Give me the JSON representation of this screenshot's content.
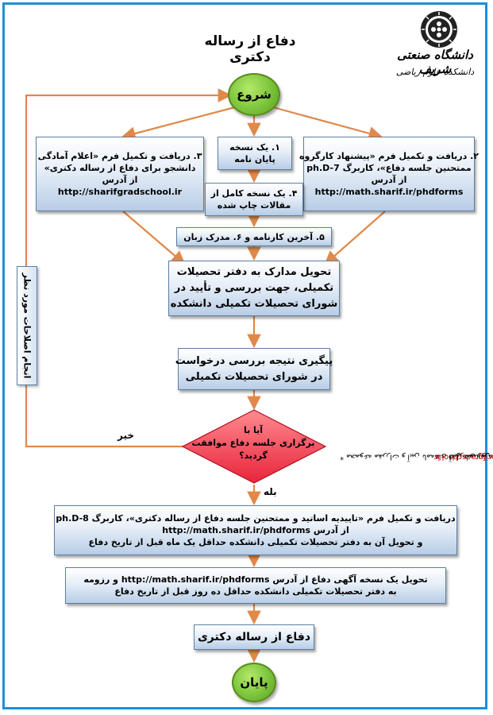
{
  "header": {
    "title": "دفاع از رساله دکتری",
    "university_name": "دانشگاه صنعتی شریف",
    "faculty_name": "دانشکده علوم ریاضی"
  },
  "start": "شروع",
  "end": "پایان",
  "steps": {
    "step1": [
      "۱. یک نسخه",
      "پایان نامه"
    ],
    "step2": [
      "۲. دریافت و تکمیل فرم «پیشنهاد کارگروه",
      "ممتحنین جلسه دفاع»، کاربرگ ph.D-7",
      "از آدرس",
      "http://math.sharif.ir/phdforms"
    ],
    "step3": [
      "۳. دریافت و تکمیل فرم «اعلام آمادگی",
      "دانشجو برای دفاع از رساله دکتری»",
      "از آدرس",
      "http://sharifgradschool.ir"
    ],
    "step4": [
      "۴. یک نسخه کامل از",
      "مقالات چاپ شده"
    ],
    "step5": "۵. آخرین کارنامه و ۶. مدرک زبان",
    "deliver": [
      "تحویل مدارک به دفتر تحصیلات",
      "تکمیلی، جهت بررسی و تأیید در",
      "شورای تحصیلات تکمیلی دانشکده"
    ],
    "follow": [
      "پیگیری نتیجه بررسی درخواست",
      "در شورای تحصیلات تکمیلی"
    ],
    "decision": [
      "آیا با",
      "برگزاری جلسه دفاع موافقت گردید؟"
    ],
    "approval_form": [
      "دریافت و تکمیل فرم «تاییدیه اساتید و ممتحنین جلسه دفاع از رساله دکتری»، کاربرگ ph.D-8",
      "از آدرس http://math.sharif.ir/phdforms",
      "و تحویل آن به دفتر تحصیلات تکمیلی دانشکده حداقل یک ماه قبل از تاریخ دفاع"
    ],
    "announce": [
      "تحویل یک نسخه آگهی دفاع از آدرس http://math.sharif.ir/phdforms و رزومه",
      "به دفتر تحصیلات تکمیلی دانشکده حداقل ده روز قبل از تاریخ دفاع"
    ],
    "defense": "دفاع از رساله دکتری"
  },
  "labels": {
    "no": "خیر",
    "yes": "بله",
    "revisions": "انجام اصلاحات مورد نظر"
  },
  "side_note": {
    "text": "* مجموعه مقررات و آیین نامه‌های آموزشی دوره دکتری از طریق پایگاه اینترنتی به نشانی",
    "url": "www.sharifgradschool.ir",
    "tail": "قابل دسترس است."
  },
  "colors": {
    "frame": "#1c8fd8",
    "arrow": "#e0894a",
    "start_end": "#7cc43c",
    "decision": "#f24a55"
  }
}
